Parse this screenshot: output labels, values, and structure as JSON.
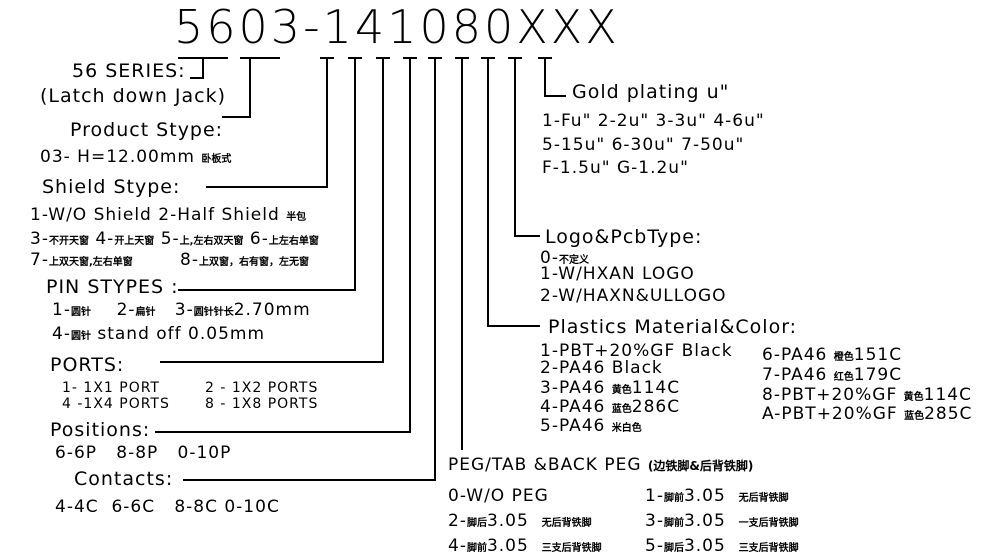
{
  "part_number": "5603-141080XXX",
  "series": {
    "title": "56 SERIES:",
    "sub": "(Latch down Jack)"
  },
  "product": {
    "title": "Product Stype:",
    "items": [
      "03- H=12.00mm"
    ],
    "cn": "卧板式"
  },
  "shield": {
    "title": "Shield Stype:",
    "line1": "1-W/O Shield 2-Half Shield",
    "line1_cn": "半包",
    "items": [
      {
        "n": "3-",
        "cn": "不开天窗"
      },
      {
        "n": "4-",
        "cn": "开上天窗"
      },
      {
        "n": "5-",
        "cn": "上,左右双天窗"
      },
      {
        "n": "6-",
        "cn": "上左右单窗"
      },
      {
        "n": "7-",
        "cn": "上双天窗,左右单窗"
      },
      {
        "n": "8-",
        "cn": "上双窗，右有窗，左无窗"
      }
    ]
  },
  "pin": {
    "title": "PIN STYPES :",
    "i1": "1-",
    "i1cn": "圆针",
    "i2": "2-",
    "i2cn": "扁针",
    "i3": "3-",
    "i3cn": "圆针针长",
    "i3v": "2.70mm",
    "i4": "4-",
    "i4cn": "圆针",
    "i4v": "stand off 0.05mm"
  },
  "ports": {
    "title": "PORTS:",
    "items": [
      "1- 1X1 PORT",
      "2 - 1X2 PORTS",
      "4 -1X4 PORTS",
      "8 - 1X8 PORTS"
    ]
  },
  "positions": {
    "title": "Positions:",
    "items": [
      "6-6P",
      "8-8P",
      "0-10P"
    ]
  },
  "contacts": {
    "title": "Contacts:",
    "items": [
      "4-4C",
      "6-6C",
      "8-8C",
      "0-10C"
    ]
  },
  "peg": {
    "title": "PEG/TAB &BACK PEG",
    "title_cn": "(边铁脚&后背铁脚)",
    "items": [
      {
        "n": "0-W/O PEG",
        "cn": ""
      },
      {
        "n": "1-",
        "pre": "脚前",
        "v": "3.05",
        "cn": "无后背铁脚"
      },
      {
        "n": "2-",
        "pre": "脚后",
        "v": "3.05",
        "cn": "无后背铁脚"
      },
      {
        "n": "3-",
        "pre": "脚前",
        "v": "3.05",
        "cn": "一支后背铁脚"
      },
      {
        "n": "4-",
        "pre": "脚前",
        "v": "3.05",
        "cn": "三支后背铁脚"
      },
      {
        "n": "5-",
        "pre": "脚后",
        "v": "3.05",
        "cn": "三支后背铁脚"
      }
    ]
  },
  "plastics": {
    "title": "Plastics Material&Color:",
    "items": [
      {
        "n": "1-PBT+20%GF Black",
        "cn": "",
        "c": ""
      },
      {
        "n": "2-PA46 Black",
        "cn": "",
        "c": ""
      },
      {
        "n": "3-PA46",
        "cn": "黄色",
        "c": "114C"
      },
      {
        "n": "4-PA46",
        "cn": "蓝色",
        "c": "286C"
      },
      {
        "n": "5-PA46",
        "cn": "米白色",
        "c": ""
      },
      {
        "n": "6-PA46",
        "cn": "橙色",
        "c": "151C"
      },
      {
        "n": "7-PA46",
        "cn": "红色",
        "c": "179C"
      },
      {
        "n": "8-PBT+20%GF",
        "cn": "黄色",
        "c": "114C"
      },
      {
        "n": "A-PBT+20%GF",
        "cn": "蓝色",
        "c": "285C"
      }
    ]
  },
  "logo": {
    "title": "Logo&PcbType:",
    "i0": "0-",
    "i0cn": "不定义",
    "items": [
      "1-W/HXAN LOGO",
      "2-W/HAXN&ULLOGO"
    ]
  },
  "gold": {
    "title": "Gold plating u\"",
    "lines": [
      "1-Fu\" 2-2u\" 3-3u\" 4-6u\"",
      "5-15u\" 6-30u\" 7-50u\"",
      "F-1.5u\" G-1.2u\""
    ]
  }
}
